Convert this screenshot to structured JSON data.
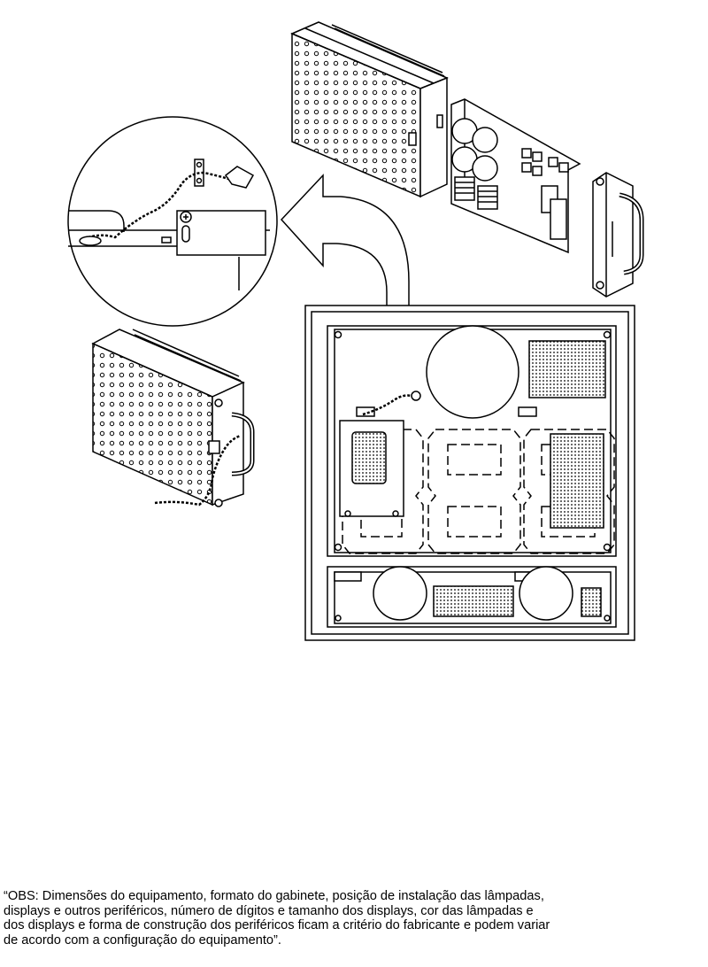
{
  "figure": {
    "description_icons": [
      "ventilated-cabinet-module",
      "circuit-board",
      "front-panel-bracket",
      "zoom-detail-circle",
      "panel-front-view",
      "curved-arrow"
    ]
  },
  "note": {
    "lines": [
      "“OBS: Dimensões do equipamento, formato do gabinete, posição de instalação das lâmpadas,",
      "displays e outros periféricos, número de dígitos e tamanho dos displays, cor das lâmpadas e",
      "dos displays e forma de construção dos periféricos ficam a critério do fabricante e podem variar",
      "de acordo com a configuração do equipamento”."
    ]
  }
}
